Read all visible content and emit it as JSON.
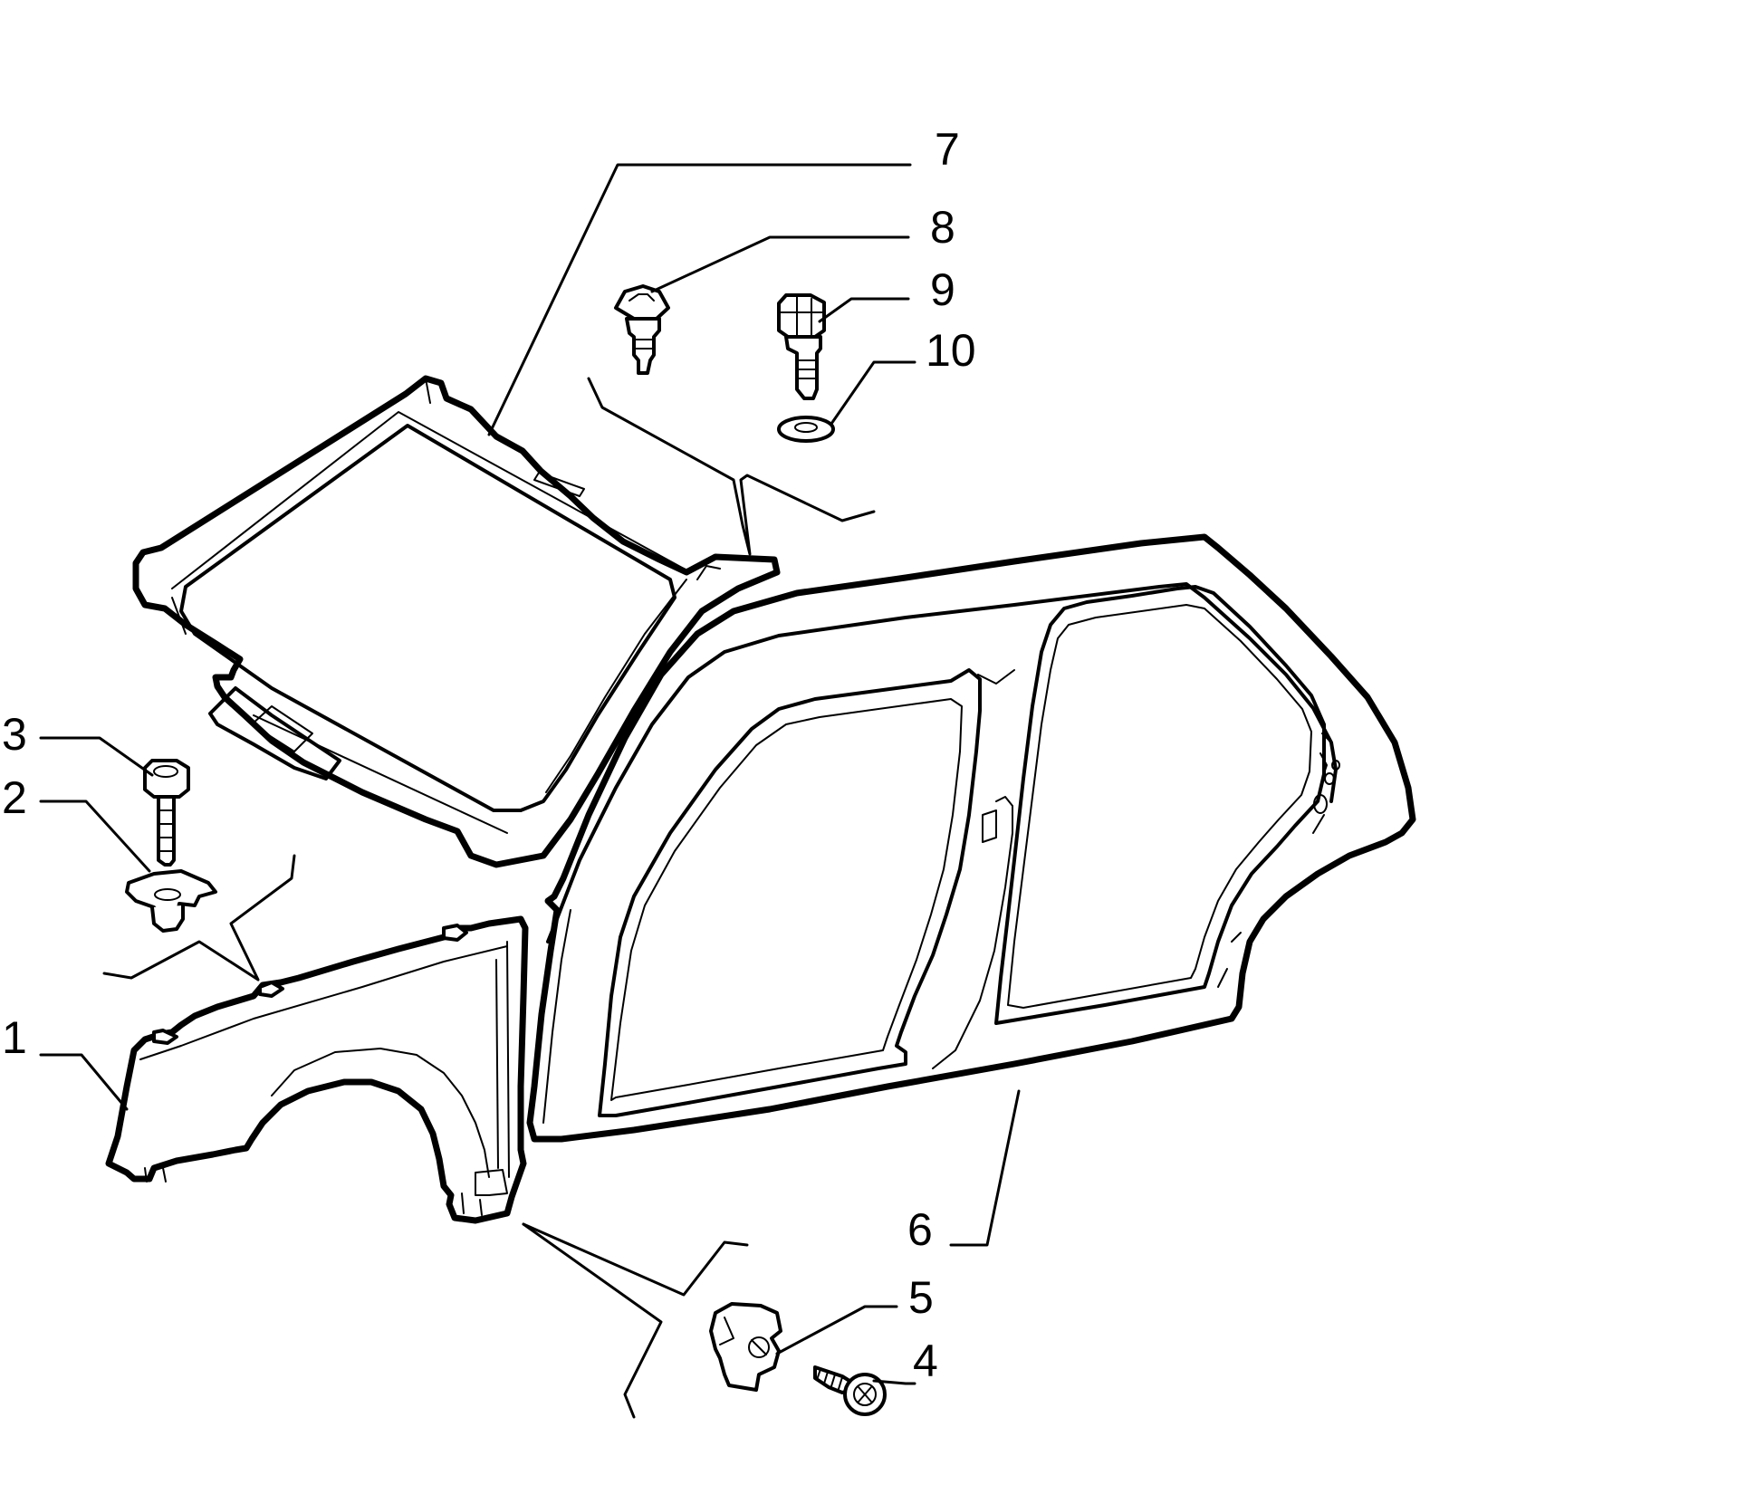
{
  "callouts": [
    {
      "id": "front-fender",
      "label": "1"
    },
    {
      "id": "cage-nut-plate",
      "label": "2"
    },
    {
      "id": "bolt-upper",
      "label": "3"
    },
    {
      "id": "screw-lower",
      "label": "4"
    },
    {
      "id": "clip-lower",
      "label": "5"
    },
    {
      "id": "body-side-frame",
      "label": "6"
    },
    {
      "id": "roof-windshield-frame",
      "label": "7"
    },
    {
      "id": "bolt-flanged",
      "label": "8"
    },
    {
      "id": "bolt-hex",
      "label": "9"
    },
    {
      "id": "washer",
      "label": "10"
    }
  ],
  "colors": {
    "ink": "#000000",
    "paper": "#ffffff"
  }
}
